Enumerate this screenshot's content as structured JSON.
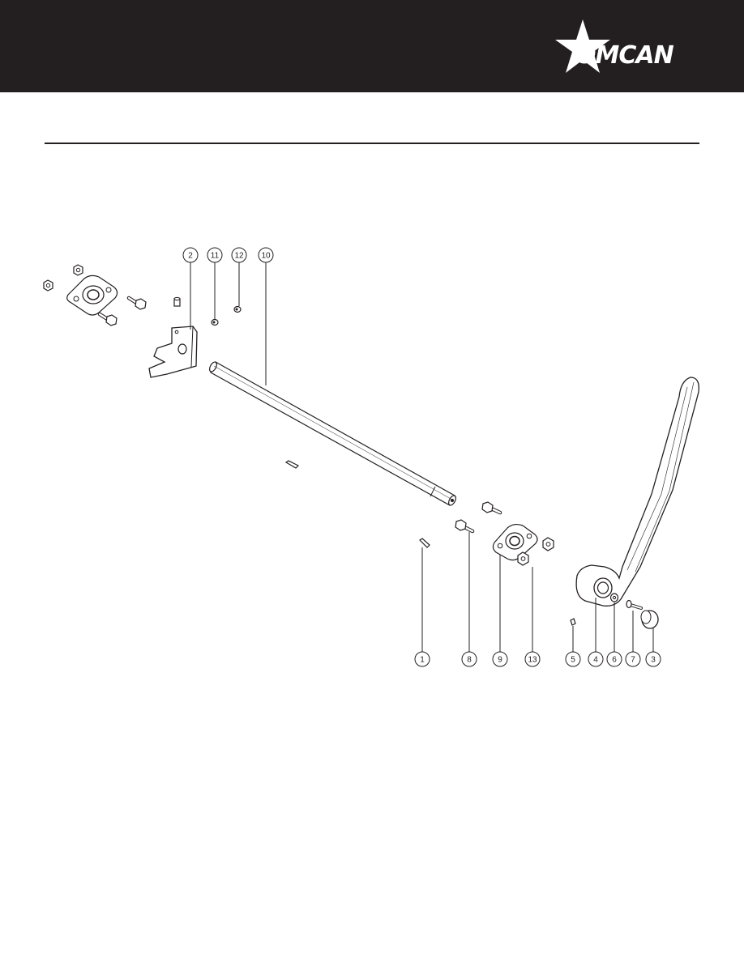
{
  "header": {
    "brand": "OMCAN",
    "logo_icon": "omcan-star-logo",
    "background": "#231f20"
  },
  "diagram": {
    "callouts": [
      "1",
      "2",
      "3",
      "4",
      "5",
      "6",
      "7",
      "8",
      "9",
      "10",
      "11",
      "12",
      "13"
    ]
  }
}
